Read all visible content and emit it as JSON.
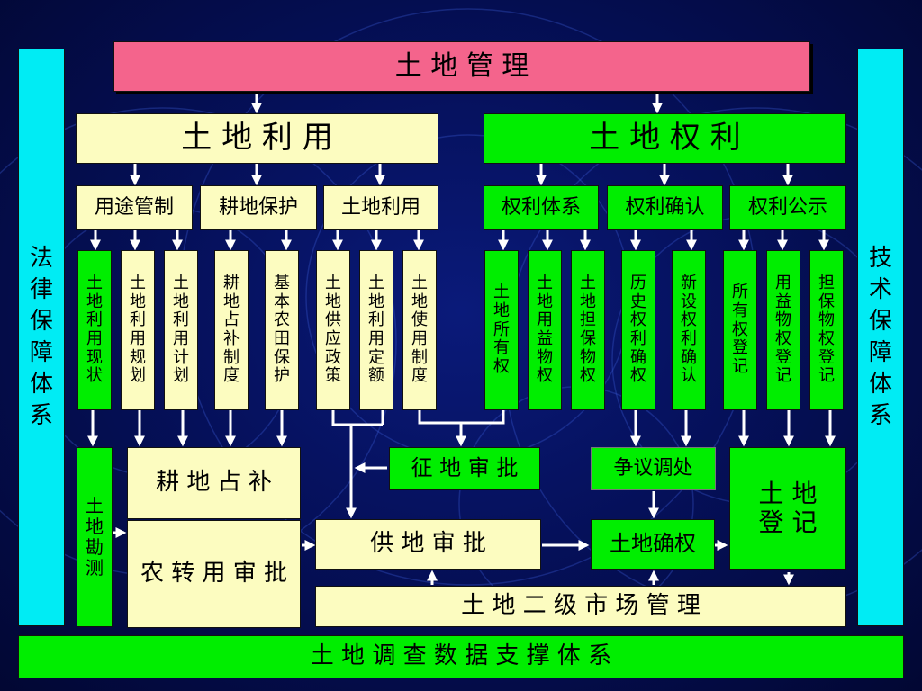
{
  "header": {
    "title": "土 地 管 理"
  },
  "usage": {
    "title": "土 地 利 用",
    "sub": [
      "用途管制",
      "耕地保护",
      "土地利用"
    ],
    "items": [
      "土地利用现状",
      "土地利用规划",
      "土地利用计划",
      "耕地占补制度",
      "基本农田保护",
      "土地供应政策",
      "土地利用定额",
      "土地使用制度"
    ]
  },
  "rights": {
    "title": "土 地 权 利",
    "sub": [
      "权利体系",
      "权利确认",
      "权利公示"
    ],
    "items": [
      "土地所有权",
      "土地用益物权",
      "土地担保物权",
      "历史权利确权",
      "新设权利确认",
      "所有权登记",
      "用益物权登记",
      "担保物权登记"
    ]
  },
  "process": {
    "survey": "土地勘测",
    "occupy": "耕 地 占 补",
    "convert": "农 转 用 审 批",
    "expropriate": "征 地 审 批",
    "supply": "供 地 审 批",
    "dispute": "争议调处",
    "confirm": "土地确权",
    "register": "土 地\n登 记",
    "market": "土 地 二 级 市 场 管 理"
  },
  "pillars": {
    "legal": "法律保障体系",
    "tech": "技术保障体系"
  },
  "footer": {
    "data_system": "土 地 调 查 数 据 支 撑 体 系"
  },
  "colors": {
    "background": "#05105a",
    "header": "#f4648c",
    "usage": "#fcfcc0",
    "rights": "#00ee00",
    "pillar": "#00ecf4",
    "arrow": "#ffffff"
  }
}
